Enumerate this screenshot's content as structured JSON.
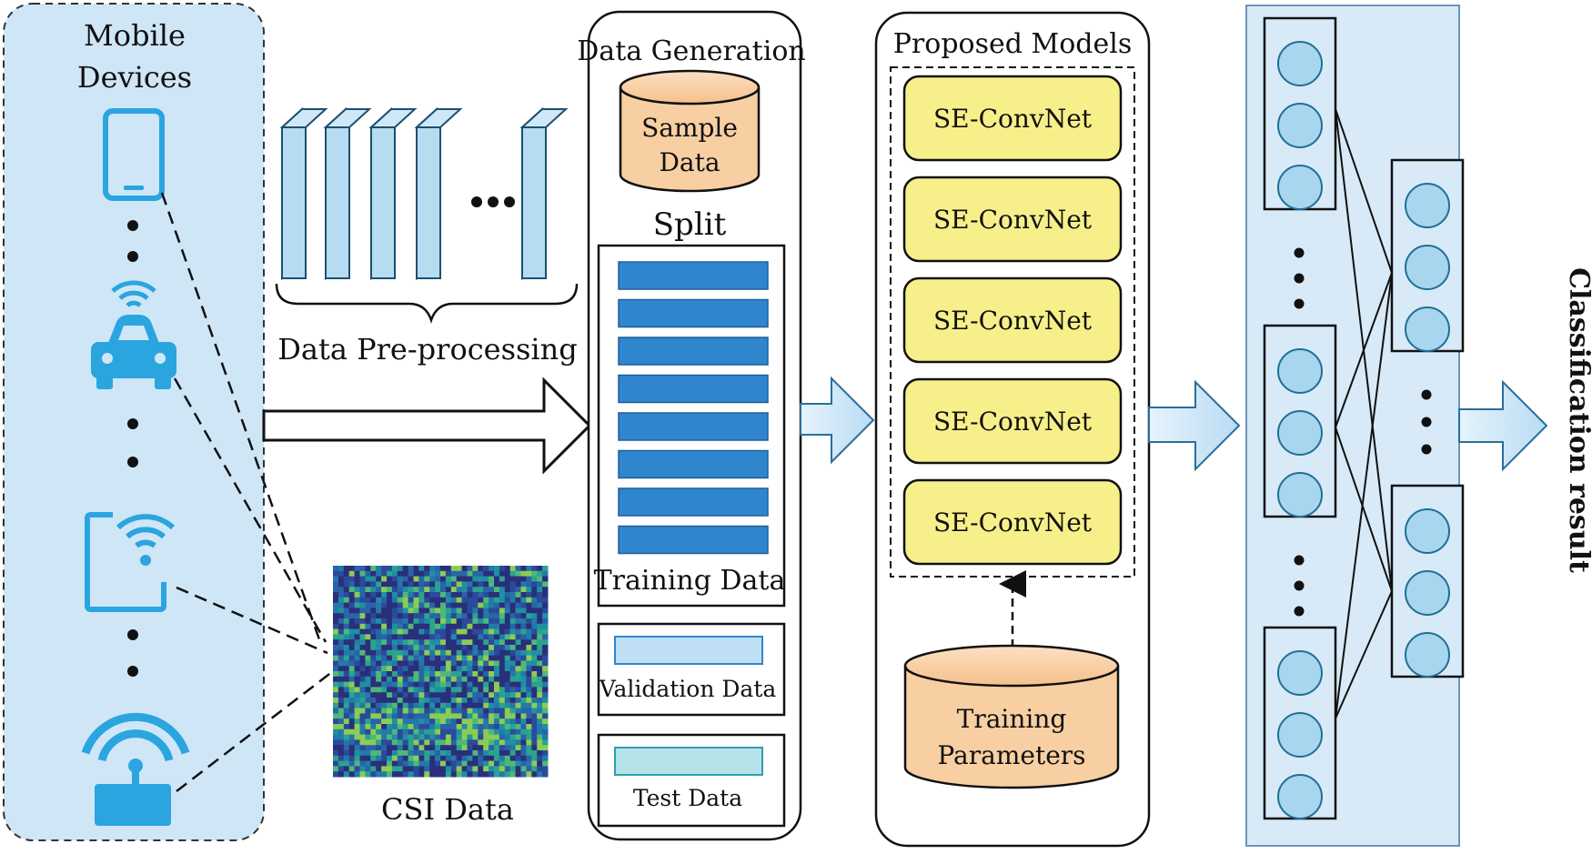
{
  "mobile_devices": {
    "title_line1": "Mobile",
    "title_line2": "Devices",
    "icons": [
      "smartphone-icon",
      "car-wifi-icon",
      "tablet-wifi-icon",
      "router-wifi-icon"
    ]
  },
  "preprocessing": {
    "label": "Data Pre-processing"
  },
  "csi": {
    "label": "CSI Data"
  },
  "data_generation": {
    "title": "Data Generation",
    "sample_line1": "Sample",
    "sample_line2": "Data",
    "split_label": "Split",
    "training_label": "Training Data",
    "validation_label": "Validation Data",
    "test_label": "Test Data"
  },
  "proposed_models": {
    "title": "Proposed Models",
    "models": [
      "SE-ConvNet",
      "SE-ConvNet",
      "SE-ConvNet",
      "SE-ConvNet",
      "SE-ConvNet"
    ],
    "params_line1": "Training",
    "params_line2": "Parameters"
  },
  "output": {
    "label": "Classification result"
  },
  "colors": {
    "panel_blue": "#cfe6f7",
    "device_blue": "#2aa5e0",
    "bar_blue": "#2f86cf",
    "model_yellow": "#f7f08a",
    "cylinder_orange": "#f7cfa2",
    "node_fill": "#a7d6ee",
    "node_stroke": "#1f6f96"
  }
}
